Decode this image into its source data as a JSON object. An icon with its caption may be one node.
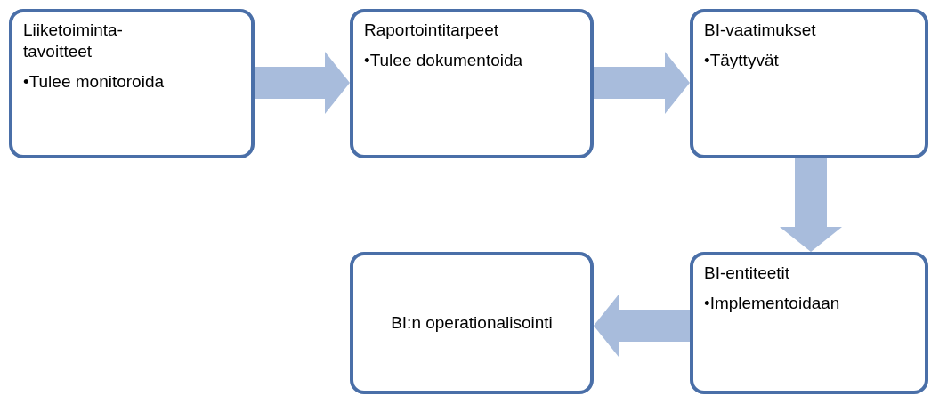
{
  "diagram": {
    "nodes": [
      {
        "text": [
          "Liiketoiminta-tavoitteet",
          "•Tulee monitoroida"
        ]
      },
      {
        "text": [
          "Raportointitarpeet",
          "•Tulee dokumentoida"
        ]
      },
      {
        "text": [
          "BI-vaatimukset",
          "•Täyttyvät"
        ]
      },
      {
        "text": [
          "BI-entiteetit",
          "•Implementoidaan"
        ]
      },
      {
        "text": [
          "BI:n operationalisointi"
        ]
      }
    ],
    "edges": [
      {
        "from": 0,
        "to": 1,
        "arrow": "to"
      },
      {
        "from": 1,
        "to": 2,
        "arrow": "to"
      },
      {
        "from": 2,
        "to": 3,
        "arrow": "to"
      },
      {
        "from": 3,
        "to": 4,
        "arrow": "to"
      }
    ]
  }
}
